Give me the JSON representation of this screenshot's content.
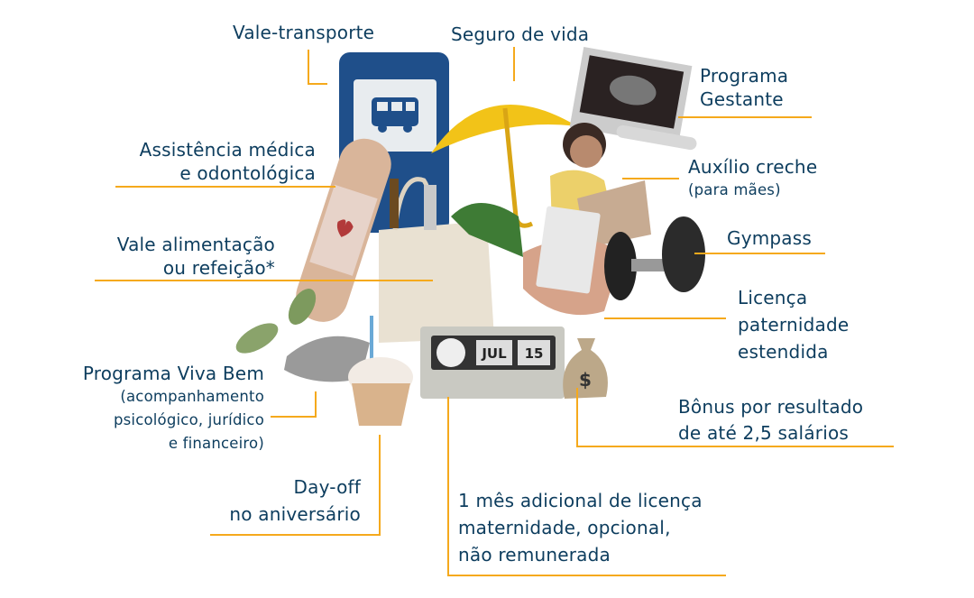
{
  "colors": {
    "text": "#0d3d5e",
    "accent": "#f5a91c"
  },
  "benefits": {
    "vale_transporte": "Vale-transporte",
    "seguro_vida": "Seguro de vida",
    "gestante": [
      "Programa",
      "Gestante"
    ],
    "assistencia": [
      "Assistência médica",
      "e odontológica"
    ],
    "creche": [
      "Auxílio creche",
      "(para mães)"
    ],
    "gympass": "Gympass",
    "alimentacao": [
      "Vale alimentação",
      "ou refeição*"
    ],
    "paternidade": [
      "Licença",
      "paternidade",
      "estendida"
    ],
    "viva_bem": [
      "Programa Viva Bem",
      "(acompanhamento",
      "psicológico, jurídico",
      "e financeiro)"
    ],
    "bonus": [
      "Bônus por resultado",
      "de até 2,5 salários"
    ],
    "dayoff": [
      "Day-off",
      "no aniversário"
    ],
    "maternidade": [
      "1 mês adicional de licença",
      "maternidade, opcional,",
      "não remunerada"
    ]
  },
  "clock": {
    "month": "JUL",
    "day": "15"
  },
  "icons": [
    "bus-sign-icon",
    "umbrella-icon",
    "ultrasound-icon",
    "bandage-icon",
    "shopping-bag-icon",
    "child-reading-icon",
    "calendar-icon",
    "dumbbell-icon",
    "plant-hand-icon",
    "cupcake-icon",
    "clock-calendar-icon",
    "money-bag-icon"
  ]
}
